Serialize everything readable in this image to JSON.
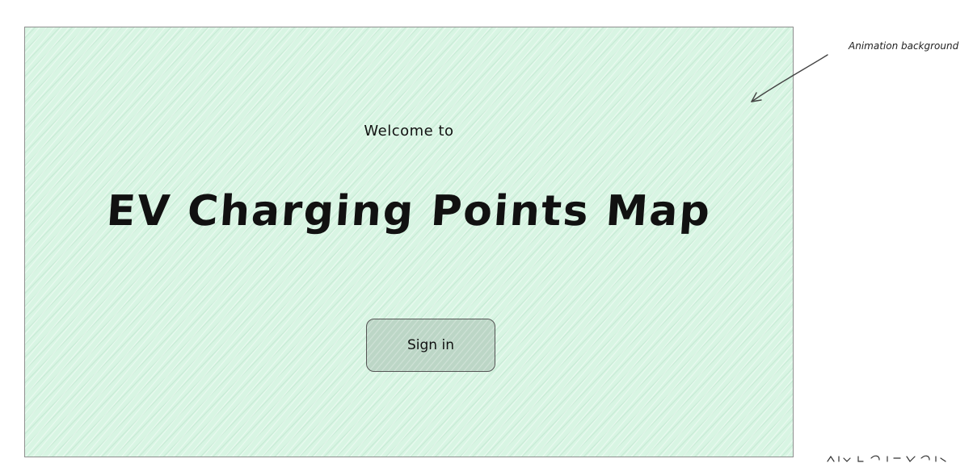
{
  "frame": {
    "welcome_text": "Welcome to",
    "title": "EV Charging Points Map",
    "sign_in_label": "Sign in"
  },
  "annotation": {
    "label": "Animation background",
    "arrow_icon": "arrow-icon"
  },
  "colors": {
    "background_fill": "#d8f5e3",
    "button_fill": "#bcd6c6",
    "border": "#8f8f8f",
    "text": "#111111"
  }
}
